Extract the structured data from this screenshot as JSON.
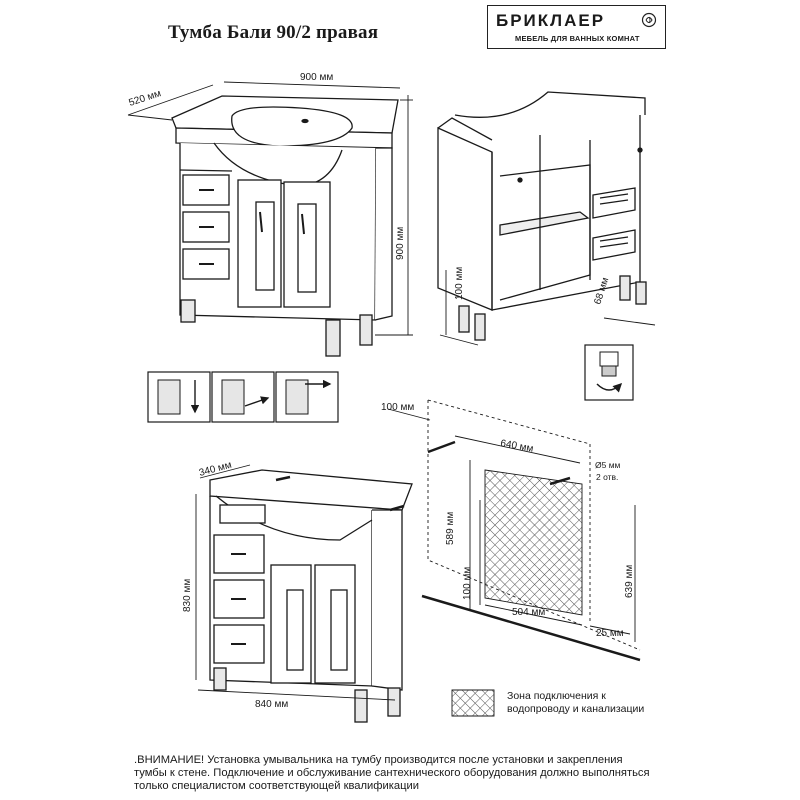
{
  "title": "Тумба Бали 90/2 правая",
  "brand": {
    "name": "БРИКЛАЕР",
    "tagline": "МЕБЕЛЬ ДЛЯ ВАННЫХ КОМНАТ",
    "logo_icon": "rose-icon"
  },
  "top_view": {
    "depth": "520 мм",
    "width": "900 мм",
    "height": "900 мм"
  },
  "open_view": {
    "leg": "100 мм",
    "offset": "68 мм"
  },
  "install_view": {
    "depth": "340 мм",
    "height": "830 мм",
    "width": "840 мм"
  },
  "wall_scheme": {
    "side": "100 мм",
    "span": "640 мм",
    "hole": "Ø5 мм",
    "holes": "2 отв.",
    "h589": "589 мм",
    "h100": "100 мм",
    "w504": "504 мм",
    "h639": "639 мм",
    "w25": "25 мм"
  },
  "legend": {
    "text": "Зона подключения к водопроводу и канализации"
  },
  "warning": {
    "line1": ".ВНИМАНИЕ! Установка умывальника на тумбу производится после установки и закрепления",
    "line2": "тумбы к стене. Подключение и обслуживание сантехнического оборудования должно выполняться",
    "line3": "только специалистом соответствующей квалификации"
  },
  "colors": {
    "line": "#1a1a1a",
    "shade": "#d9d9d9",
    "hatch": "#555555"
  }
}
